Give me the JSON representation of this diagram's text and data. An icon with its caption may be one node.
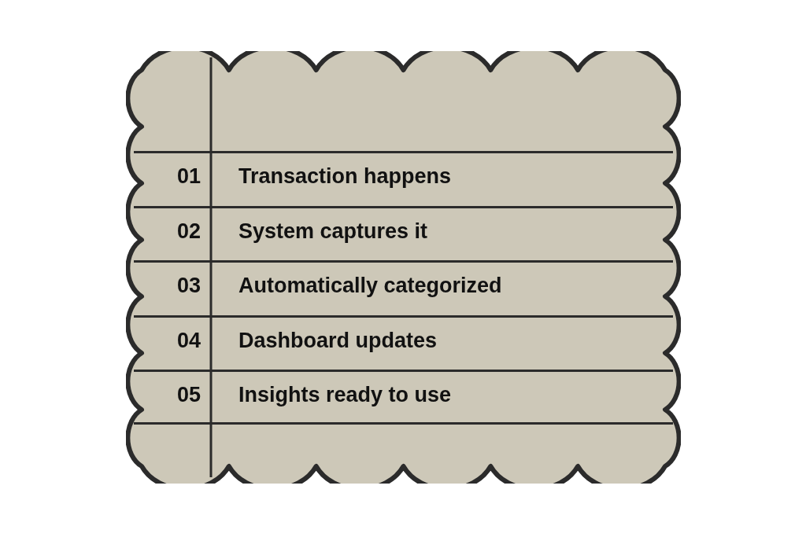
{
  "diagram": {
    "nodes": [
      {
        "text": [],
        "shape": "cloud"
      },
      {
        "text": [
          "01",
          "Transaction happens"
        ],
        "in": 0
      },
      {
        "text": [
          "02",
          "System captures it"
        ],
        "in": 0
      },
      {
        "text": [
          "03",
          "Automatically categorized"
        ],
        "in": 0
      },
      {
        "text": [
          "04",
          "Dashboard updates"
        ],
        "in": 0
      },
      {
        "text": [
          "05",
          "Insights ready to use"
        ],
        "in": 0
      }
    ]
  }
}
